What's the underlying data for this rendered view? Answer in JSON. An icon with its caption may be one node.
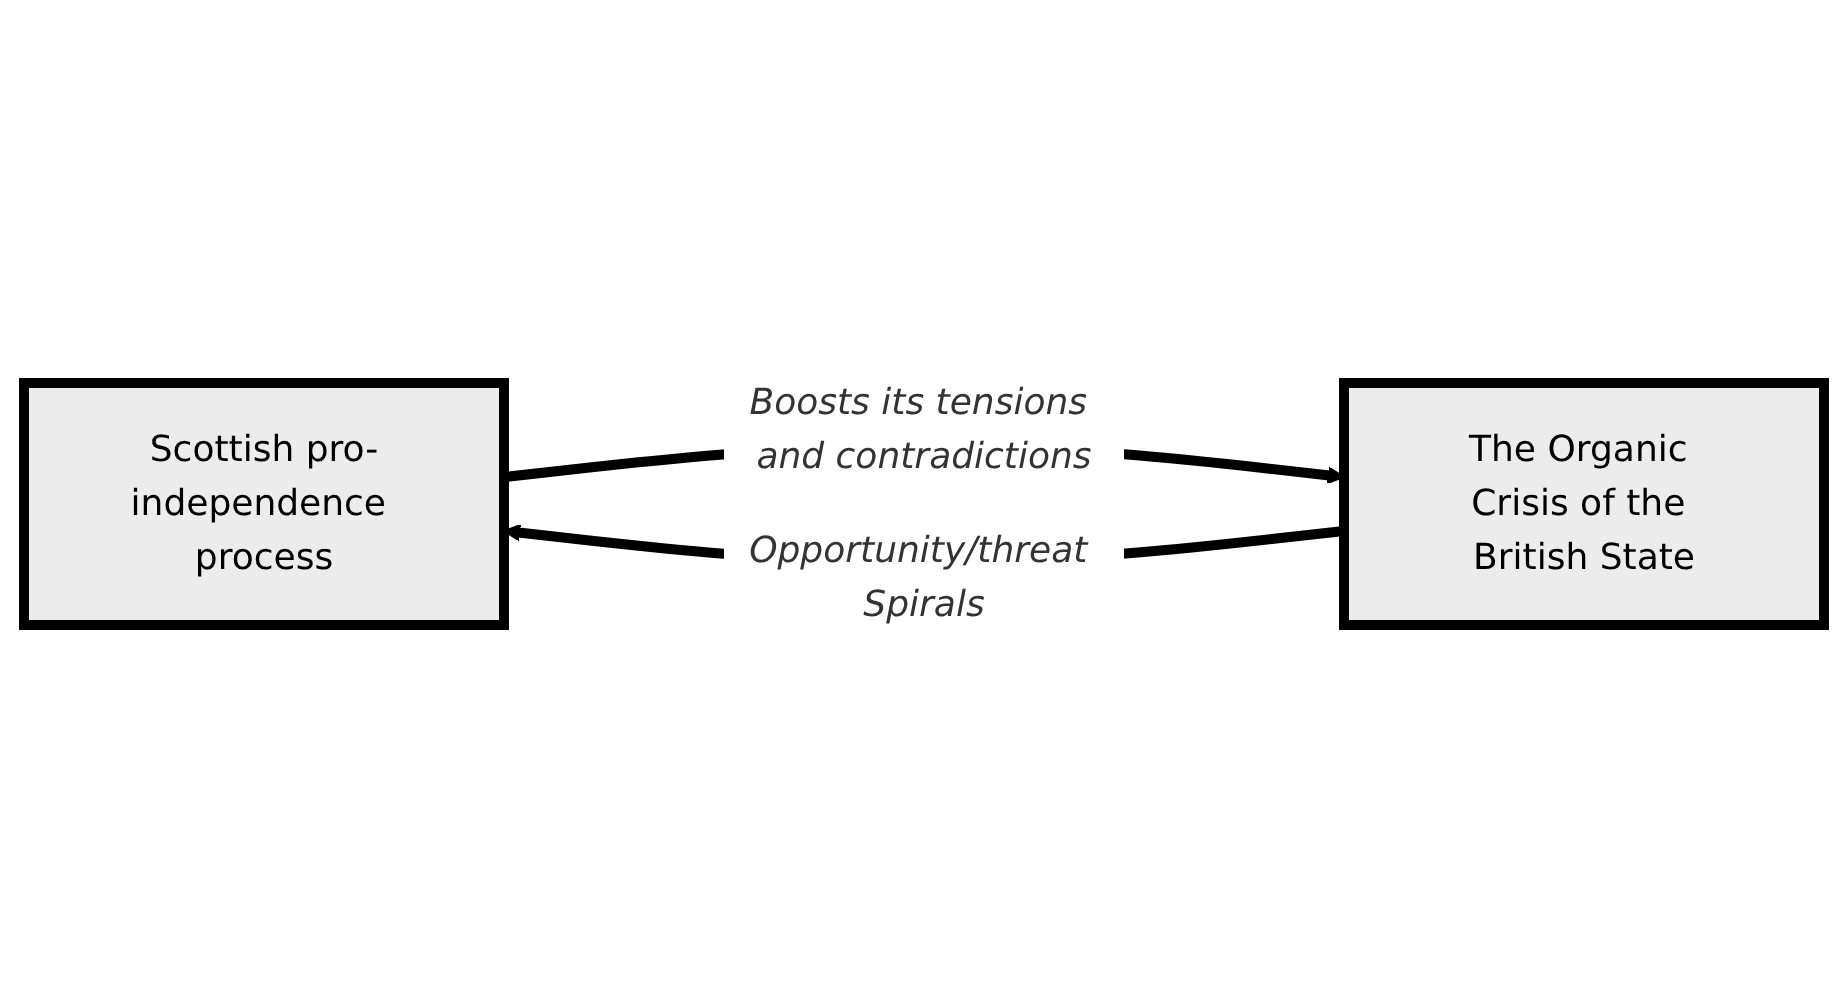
{
  "diagram": {
    "nodes": [
      {
        "text": [
          "Scottish pro-independence process"
        ]
      },
      {
        "text": [
          "The Organic Crisis of the British State"
        ]
      }
    ],
    "edges": [
      {
        "from": 0,
        "to": 1,
        "arrow": "to",
        "label": "Boosts its tensions and contradictions"
      },
      {
        "from": 1,
        "to": 0,
        "arrow": "to",
        "label": "Opportunity/threat Spirals"
      }
    ]
  }
}
